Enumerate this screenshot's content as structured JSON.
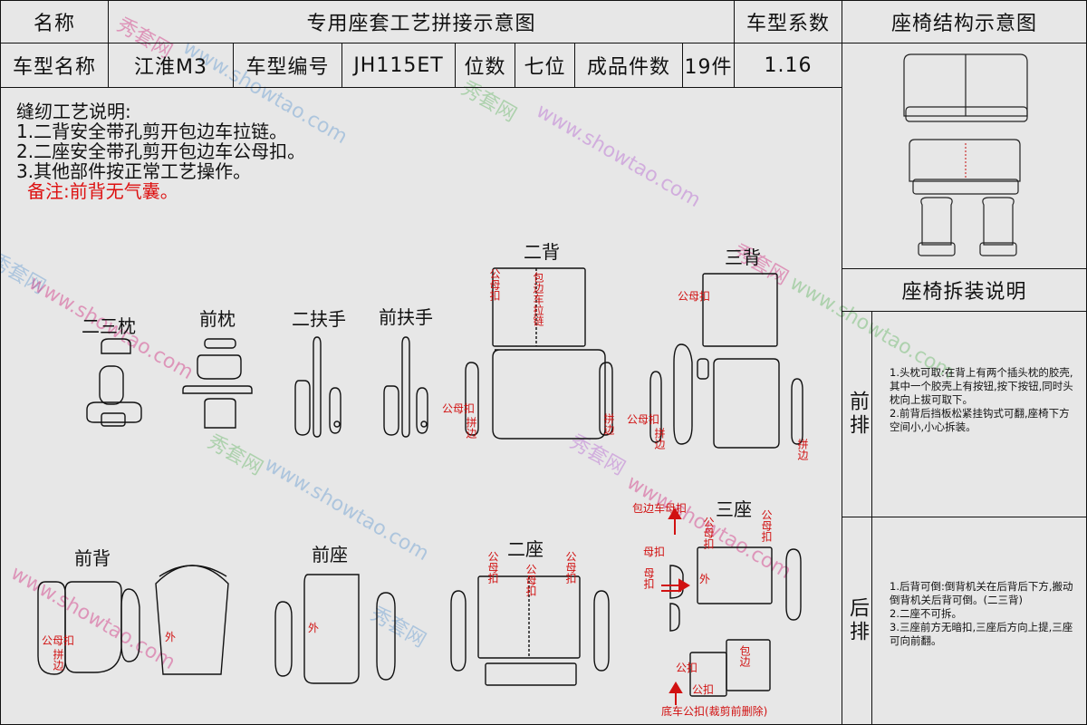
{
  "header": {
    "name_label": "名称",
    "title": "专用座套工艺拼接示意图",
    "coef_label": "车型系数",
    "struct_label": "座椅结构示意图",
    "model_label": "车型名称",
    "model_value": "江淮M3",
    "code_label": "车型编号",
    "code_value": "JH115ET",
    "seats_label": "位数",
    "seats_value": "七位",
    "pieces_label": "成品件数",
    "pieces_value": "19件",
    "coef_value": "1.16"
  },
  "notes": {
    "heading": "缝纫工艺说明:",
    "lines": [
      "1.二背安全带孔剪开包边车拉链。",
      "2.二座安全带孔剪开包边车公母扣。",
      "3.其他部件按正常工艺操作。"
    ],
    "remark": "备注:前背无气囊。"
  },
  "parts": {
    "p1": "二三枕",
    "p2": "前枕",
    "p3": "二扶手",
    "p4": "前扶手",
    "p5": "二背",
    "p6": "三背",
    "p7": "前背",
    "p8": "前座",
    "p9": "二座",
    "p10": "三座"
  },
  "annotations": {
    "gongmukou": "公母扣",
    "bianche_lalian": "包边车拉链",
    "bingbian": "拼边",
    "wai": "外",
    "bao": "包边",
    "mukou": "母扣",
    "gongkou": "公扣",
    "bianche_mukou": "包边车母扣",
    "dichegongkou": "底车公扣(裁剪前删除)"
  },
  "disassembly": {
    "title": "座椅拆装说明",
    "front_label": "前排",
    "front_text": "1.头枕可取:在背上有两个插头枕的胶壳,其中一个胶壳上有按钮,按下按钮,同时头枕向上拔可取下。\n2.前背后挡板松紧挂钩式可翻,座椅下方空间小,小心拆装。",
    "rear_label": "后排",
    "rear_text": "1.后背可倒:倒背机关在后背后下方,搬动倒背机关后背可倒。(二三背)\n2.二座不可拆。\n3.三座前方无暗扣,三座后方向上提,三座可向前翻。"
  },
  "watermark": {
    "cn": "秀套网",
    "en": "www.showtao.com"
  },
  "colors": {
    "accent_red": "#d11111",
    "line": "#111111"
  }
}
